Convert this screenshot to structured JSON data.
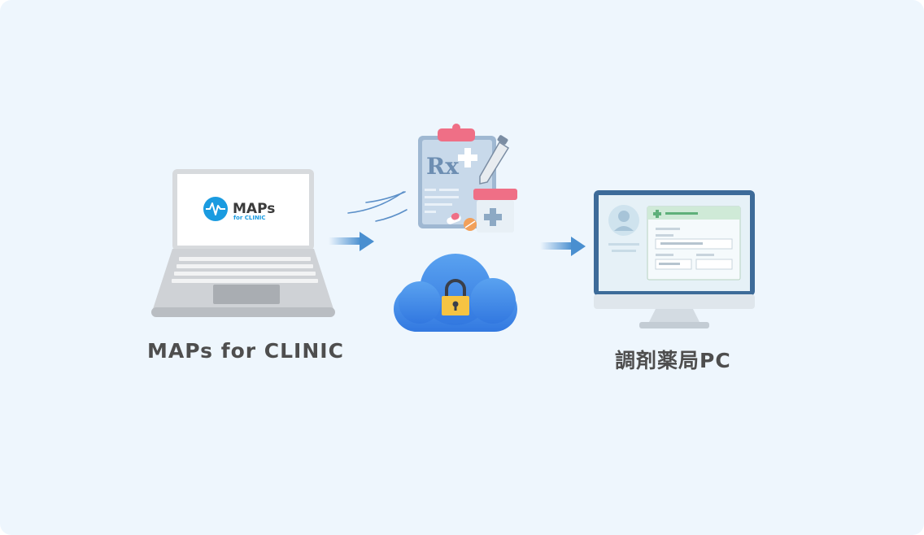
{
  "nodes": {
    "clinic": {
      "label": "MAPs for CLINIC",
      "logo_main": "MAPs",
      "logo_sub": "for CLINIC"
    },
    "prescription": {
      "symbol": "Rx"
    },
    "cloud": {
      "icon": "lock-icon"
    },
    "pharmacy": {
      "label": "調剤薬局PC"
    }
  },
  "colors": {
    "background": "#eef6fd",
    "arrow": "#4a8fd0",
    "cloud": "#3b82e6",
    "lock": "#f6c443",
    "brand": "#1a9be0",
    "label": "#4e4e4e"
  }
}
